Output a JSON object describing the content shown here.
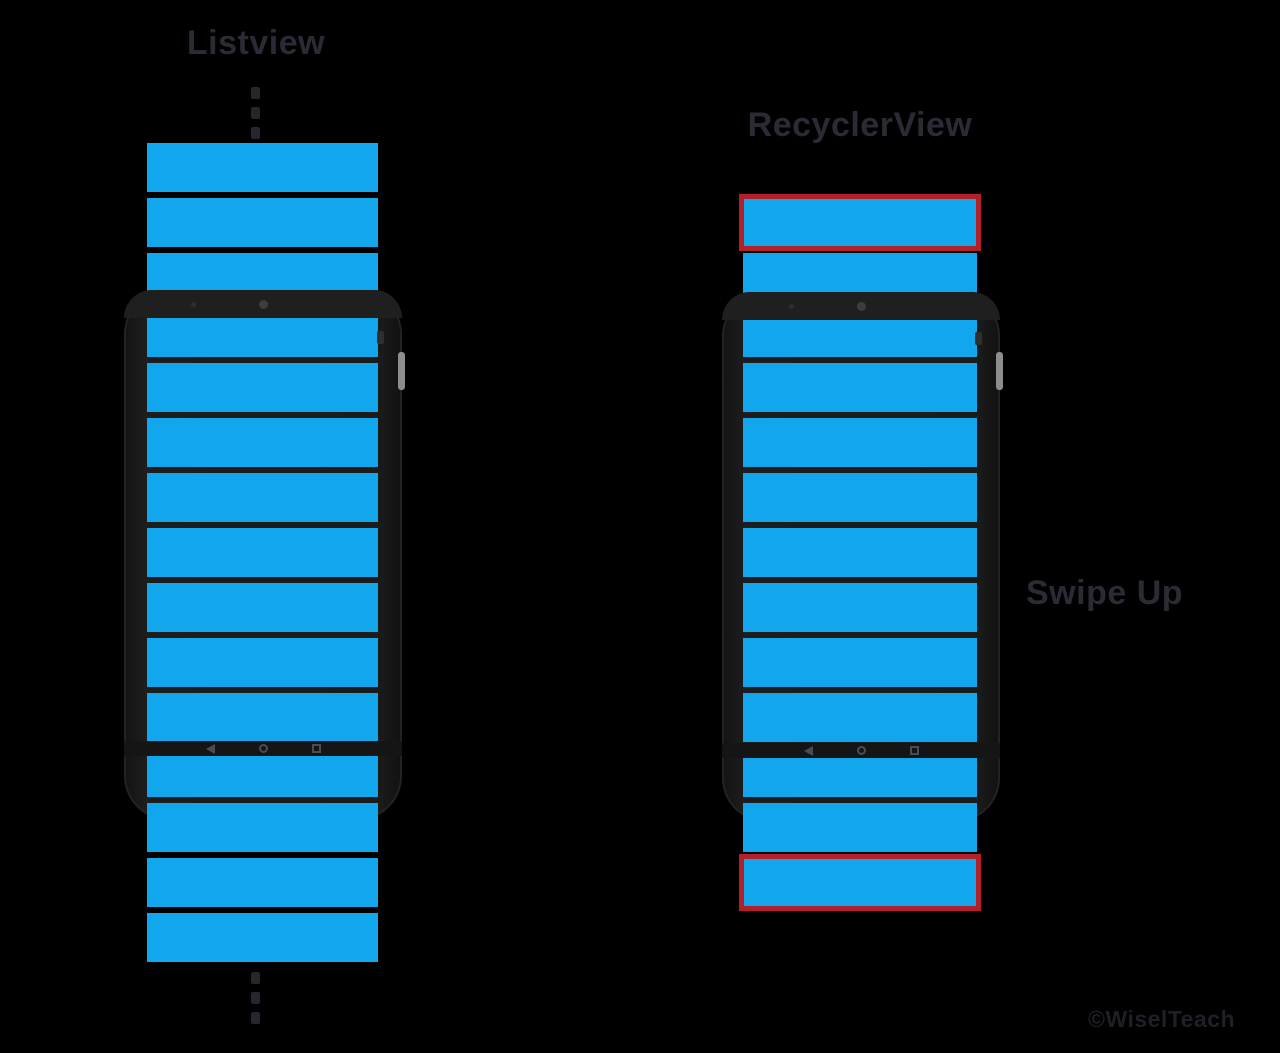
{
  "background": "#000000",
  "colors": {
    "background": "#000000",
    "bar": "#12a7ec",
    "highlight_border": "#b4202a",
    "title": "#2b2b35",
    "watermark": "#1f1f27",
    "dots": "#26262e",
    "button": "#8d8d8d"
  },
  "left_column": {
    "title": "Listview",
    "bar_count": 15,
    "highlighted_bars": [],
    "has_top_ellipsis": true,
    "has_bottom_ellipsis": true
  },
  "right_column": {
    "title": "RecyclerView",
    "bar_count": 13,
    "highlighted_bars": [
      0,
      12
    ],
    "side_label": "Swipe Up"
  },
  "watermark": "©WiselTeach",
  "icons": {
    "phone": [
      "camera-icon",
      "back-icon",
      "home-icon",
      "recents-icon",
      "volume-button",
      "power-notch"
    ]
  }
}
